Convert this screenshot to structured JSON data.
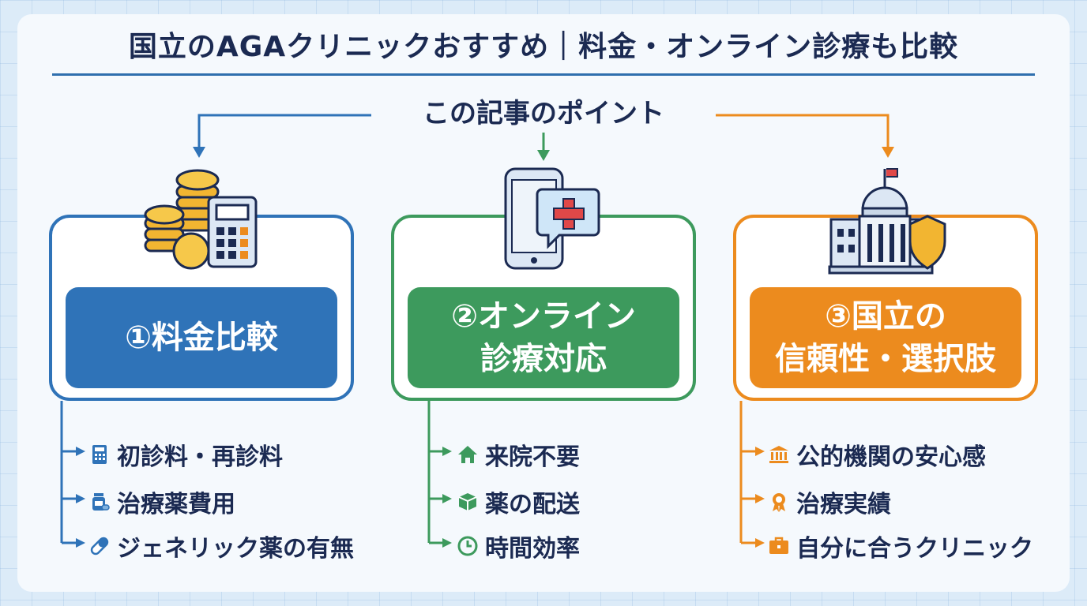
{
  "header": {
    "title": "国立のAGAクリニックおすすめ｜料金・オンライン診療も比較",
    "subtitle": "この記事のポイント"
  },
  "colors": {
    "navy": "#1b2a52",
    "blue": "#2f73b8",
    "green": "#3d9a5d",
    "orange": "#ec8b1e"
  },
  "cards": [
    {
      "label_lines": [
        "①料金比較"
      ],
      "illustration": "coins-calculator-icon",
      "items": [
        {
          "icon": "calculator-icon",
          "text": "初診料・再診料"
        },
        {
          "icon": "medicine-bottle-icon",
          "text": "治療薬費用"
        },
        {
          "icon": "capsule-icon",
          "text": "ジェネリック薬の有無"
        }
      ]
    },
    {
      "label_lines": [
        "②オンライン",
        "診療対応"
      ],
      "illustration": "smartphone-medical-icon",
      "items": [
        {
          "icon": "home-icon",
          "text": "来院不要"
        },
        {
          "icon": "package-icon",
          "text": "薬の配送"
        },
        {
          "icon": "clock-icon",
          "text": "時間効率"
        }
      ]
    },
    {
      "label_lines": [
        "③国立の",
        "信頼性・選択肢"
      ],
      "illustration": "government-building-shield-icon",
      "items": [
        {
          "icon": "institution-icon",
          "text": "公的機関の安心感"
        },
        {
          "icon": "award-ribbon-icon",
          "text": "治療実績"
        },
        {
          "icon": "briefcase-icon",
          "text": "自分に合うクリニック"
        }
      ]
    }
  ]
}
